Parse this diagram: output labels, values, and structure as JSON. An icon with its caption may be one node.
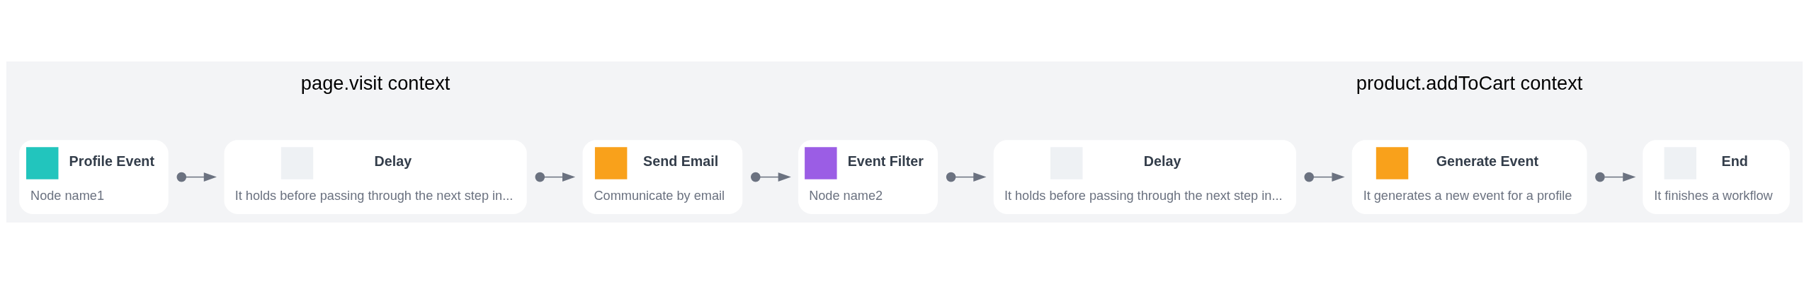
{
  "diagram": {
    "nodes": [
      {
        "text": [
          "Profile Event",
          "Node name1"
        ]
      },
      {
        "text": [
          "Delay",
          "It holds before passing through the next step in..."
        ]
      },
      {
        "text": [
          "Send Email",
          "Communicate by email"
        ]
      },
      {
        "text": [
          "Event Filter",
          "Node name2"
        ]
      },
      {
        "text": [
          "Delay",
          "It holds before passing through the next step in..."
        ]
      },
      {
        "text": [
          "Generate Event",
          "It generates a new event for a profile"
        ]
      },
      {
        "text": [
          "End",
          "It finishes a workflow"
        ]
      }
    ],
    "edges": [
      {
        "from": 0,
        "to": 1,
        "arrow": "to"
      },
      {
        "from": 1,
        "to": 2,
        "arrow": "to"
      },
      {
        "from": 2,
        "to": 3,
        "arrow": "to"
      },
      {
        "from": 3,
        "to": 4,
        "arrow": "to"
      },
      {
        "from": 4,
        "to": 5,
        "arrow": "to"
      },
      {
        "from": 5,
        "to": 6,
        "arrow": "to"
      }
    ],
    "labels": [
      "page.visit context",
      "product.addToCart context"
    ]
  }
}
